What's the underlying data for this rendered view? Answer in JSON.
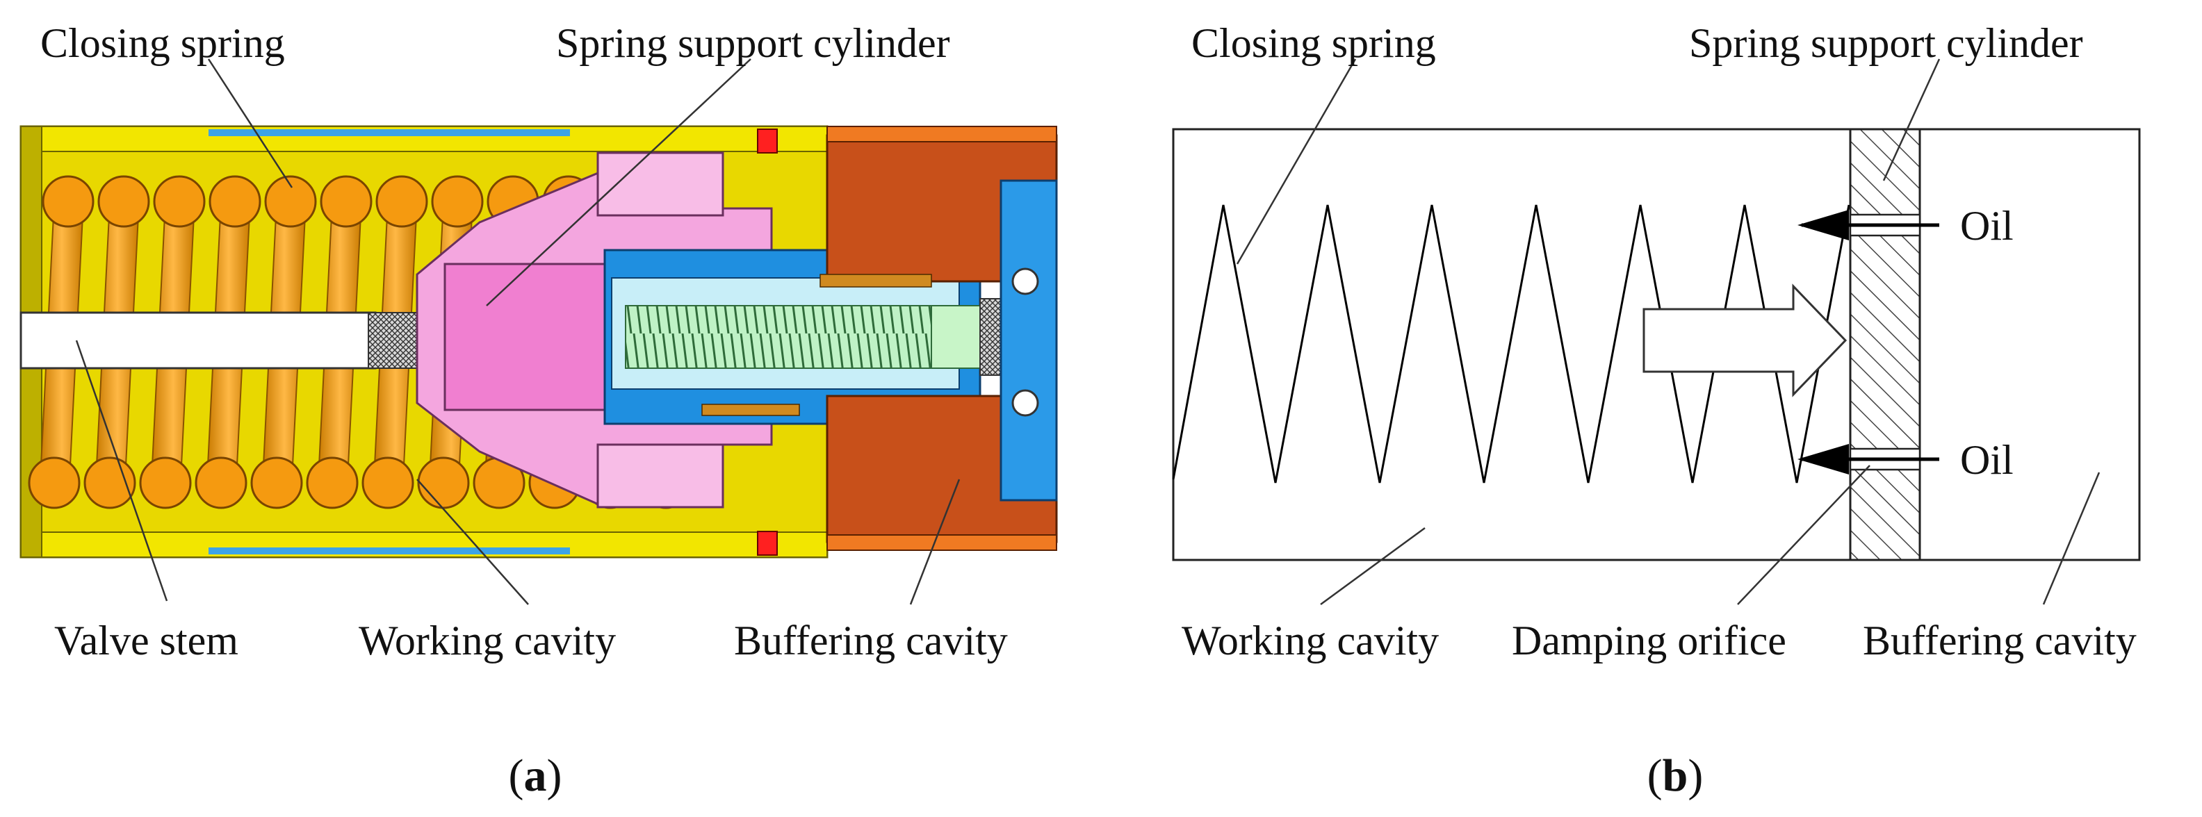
{
  "panel_a": {
    "labels": {
      "closing_spring": "Closing spring",
      "spring_support_cylinder": "Spring support cylinder",
      "valve_stem": "Valve stem",
      "working_cavity": "Working cavity",
      "buffering_cavity": "Buffering cavity"
    },
    "caption_letter": "a"
  },
  "panel_b": {
    "labels": {
      "closing_spring": "Closing spring",
      "spring_support_cylinder": "Spring support cylinder",
      "oil_top": "Oil",
      "oil_bottom": "Oil",
      "working_cavity": "Working cavity",
      "damping_orifice": "Damping orifice",
      "buffering_cavity": "Buffering cavity"
    },
    "caption_letter": "b"
  },
  "colors": {
    "housing_yellow": "#e8d800",
    "spring_orange": "#f59a10",
    "spring_dark": "#b86a00",
    "support_pink": "#f4a6df",
    "buffer_brown": "#c8501a",
    "inner_blue": "#1f8fe0",
    "light_cyan": "#c8eef8"
  }
}
